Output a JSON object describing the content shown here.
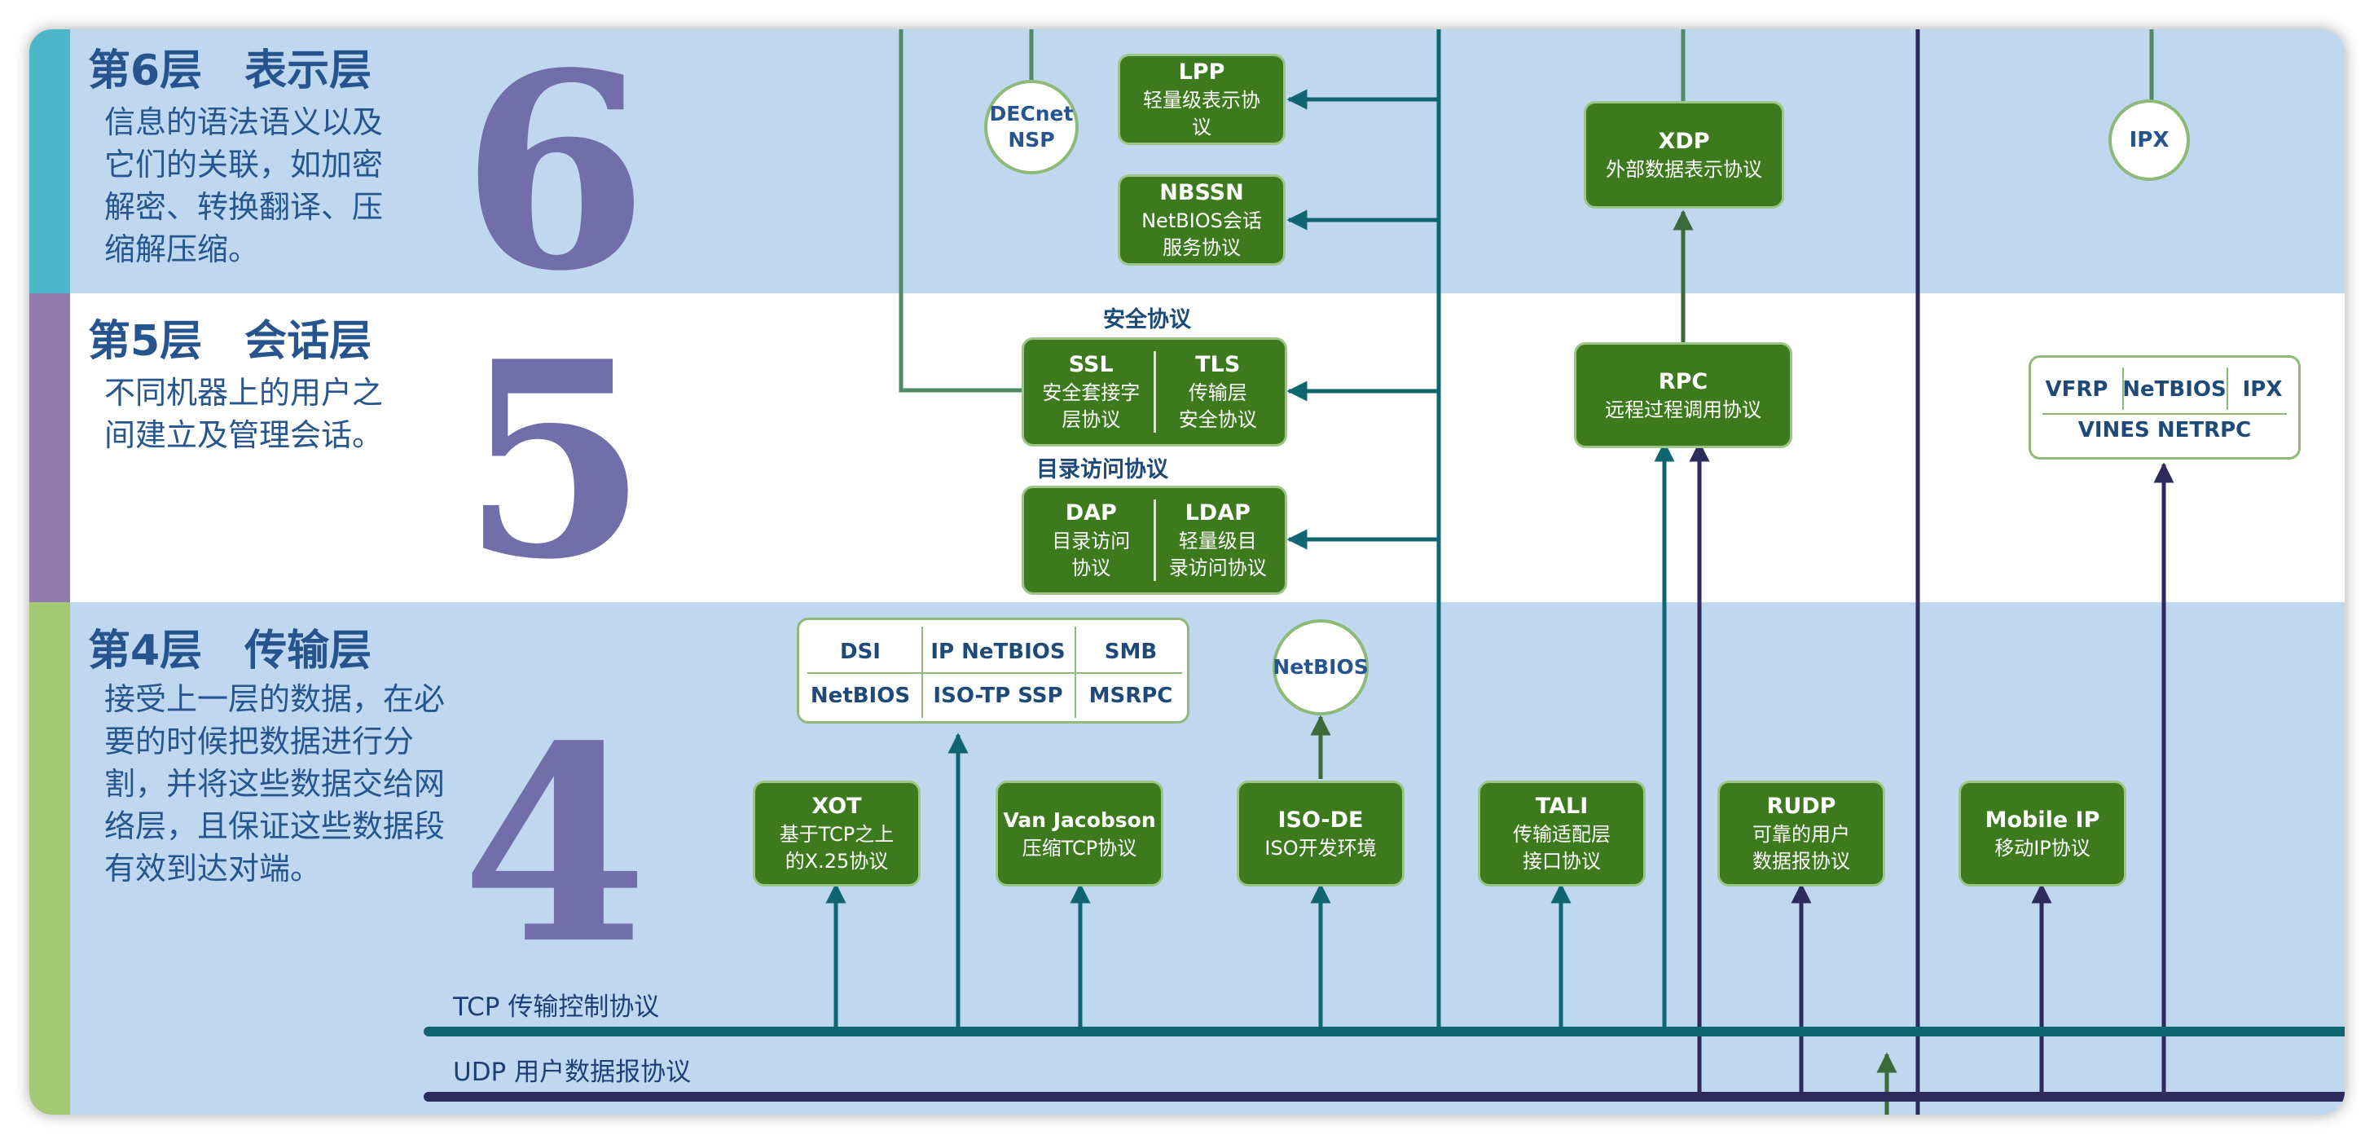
{
  "layers": [
    {
      "title": "第6层　表示层",
      "desc": "信息的语法语义以及\n它们的关联，如加密\n解密、转换翻译、压\n缩解压缩。",
      "number": "6",
      "stripe_color": "#4bb6c8"
    },
    {
      "title": "第5层　会话层",
      "desc": "不同机器上的用户之\n间建立及管理会话。",
      "number": "5",
      "stripe_color": "#8f79ad"
    },
    {
      "title": "第4层　传输层",
      "desc": "接受上一层的数据，在必\n要的时候把数据进行分\n割，并将这些数据交给网\n络层，且保证这些数据段\n有效到达对端。",
      "number": "4",
      "stripe_color": "#a5c975"
    }
  ],
  "layer6": {
    "decnet": [
      "DECnet",
      "NSP"
    ],
    "lpp": {
      "name": "LPP",
      "desc": "轻量级表示协议"
    },
    "nbssn": {
      "name": "NBSSN",
      "desc1": "NetBIOS会话",
      "desc2": "服务协议"
    },
    "xdp": {
      "name": "XDP",
      "desc": "外部数据表示协议"
    },
    "ipx": "IPX"
  },
  "layer5": {
    "security_label": "安全协议",
    "ssl": {
      "name": "SSL",
      "desc1": "安全套接字",
      "desc2": "层协议"
    },
    "tls": {
      "name": "TLS",
      "desc1": "传输层",
      "desc2": "安全协议"
    },
    "directory_label": "目录访问协议",
    "dap": {
      "name": "DAP",
      "desc1": "目录访问",
      "desc2": "协议"
    },
    "ldap": {
      "name": "LDAP",
      "desc1": "轻量级目",
      "desc2": "录访问协议"
    },
    "rpc": {
      "name": "RPC",
      "desc": "远程过程调用协议"
    },
    "vines": {
      "cells": [
        "VFRP",
        "NeTBIOS",
        "IPX"
      ],
      "footer": "VINES NETRPC"
    }
  },
  "layer4": {
    "table_top": [
      "DSI",
      "IP NeTBIOS",
      "SMB"
    ],
    "table_bottom": [
      "NetBIOS",
      "ISO-TP SSP",
      "MSRPC"
    ],
    "netbios_circle": "NetBIOS",
    "xot": {
      "name": "XOT",
      "desc1": "基于TCP之上",
      "desc2": "的X.25协议"
    },
    "vanj": {
      "name": "Van Jacobson",
      "desc": "压缩TCP协议"
    },
    "isode": {
      "name": "ISO-DE",
      "desc": "ISO开发环境"
    },
    "tali": {
      "name": "TALI",
      "desc1": "传输适配层",
      "desc2": "接口协议"
    },
    "rudp": {
      "name": "RUDP",
      "desc1": "可靠的用户",
      "desc2": "数据报协议"
    },
    "mobileip": {
      "name": "Mobile IP",
      "desc": "移动IP协议"
    }
  },
  "bus": {
    "tcp_label": "TCP 传输控制协议",
    "udp_label": "UDP 用户数据报协议",
    "tcp_color": "#0f6670",
    "udp_color": "#2e2a5c"
  }
}
